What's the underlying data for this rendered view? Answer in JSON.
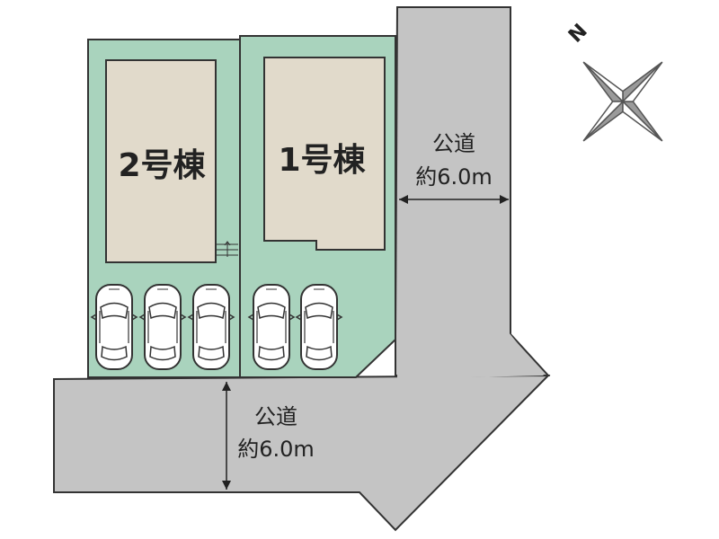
{
  "buildings": [
    {
      "label": "2号棟"
    },
    {
      "label": "1号棟"
    }
  ],
  "roads": [
    {
      "name": "公道",
      "width": "約6.0m"
    },
    {
      "name": "公道",
      "width": "約6.0m"
    }
  ],
  "compass": {
    "north_label": "N"
  },
  "parking": {
    "lot2_spaces": 3,
    "lot1_spaces": 2
  },
  "colors": {
    "lot": "#a9d3bd",
    "building": "#e1dacb",
    "road": "#c4c4c4",
    "outline": "#333333",
    "car": "#ffffff"
  }
}
